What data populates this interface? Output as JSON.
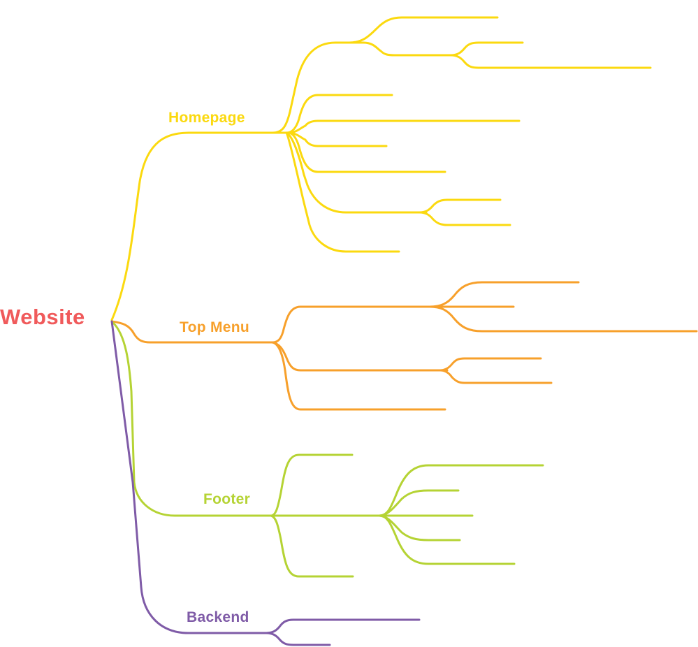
{
  "title": "Website",
  "root": {
    "label": "Website",
    "color": "#f05a5b"
  },
  "branches": [
    {
      "id": "homepage",
      "label": "Homepage",
      "color": "#fbd90f",
      "children": [
        {
          "label": "",
          "children": [
            {
              "label": ""
            },
            {
              "label": "",
              "children": [
                {
                  "label": ""
                },
                {
                  "label": ""
                }
              ]
            }
          ]
        },
        {
          "label": ""
        },
        {
          "label": ""
        },
        {
          "label": ""
        },
        {
          "label": ""
        },
        {
          "label": "",
          "children": [
            {
              "label": ""
            },
            {
              "label": ""
            }
          ]
        },
        {
          "label": ""
        }
      ]
    },
    {
      "id": "top-menu",
      "label": "Top Menu",
      "color": "#f7a02b",
      "children": [
        {
          "label": "",
          "children": [
            {
              "label": ""
            },
            {
              "label": ""
            },
            {
              "label": ""
            }
          ]
        },
        {
          "label": "",
          "children": [
            {
              "label": ""
            },
            {
              "label": ""
            }
          ]
        },
        {
          "label": ""
        }
      ]
    },
    {
      "id": "footer",
      "label": "Footer",
      "color": "#b5d334",
      "children": [
        {
          "label": ""
        },
        {
          "label": "",
          "children": [
            {
              "label": ""
            },
            {
              "label": ""
            },
            {
              "label": ""
            },
            {
              "label": ""
            },
            {
              "label": ""
            }
          ]
        },
        {
          "label": ""
        }
      ]
    },
    {
      "id": "backend",
      "label": "Backend",
      "color": "#7f5ba7",
      "children": [
        {
          "label": ""
        },
        {
          "label": ""
        }
      ]
    }
  ]
}
